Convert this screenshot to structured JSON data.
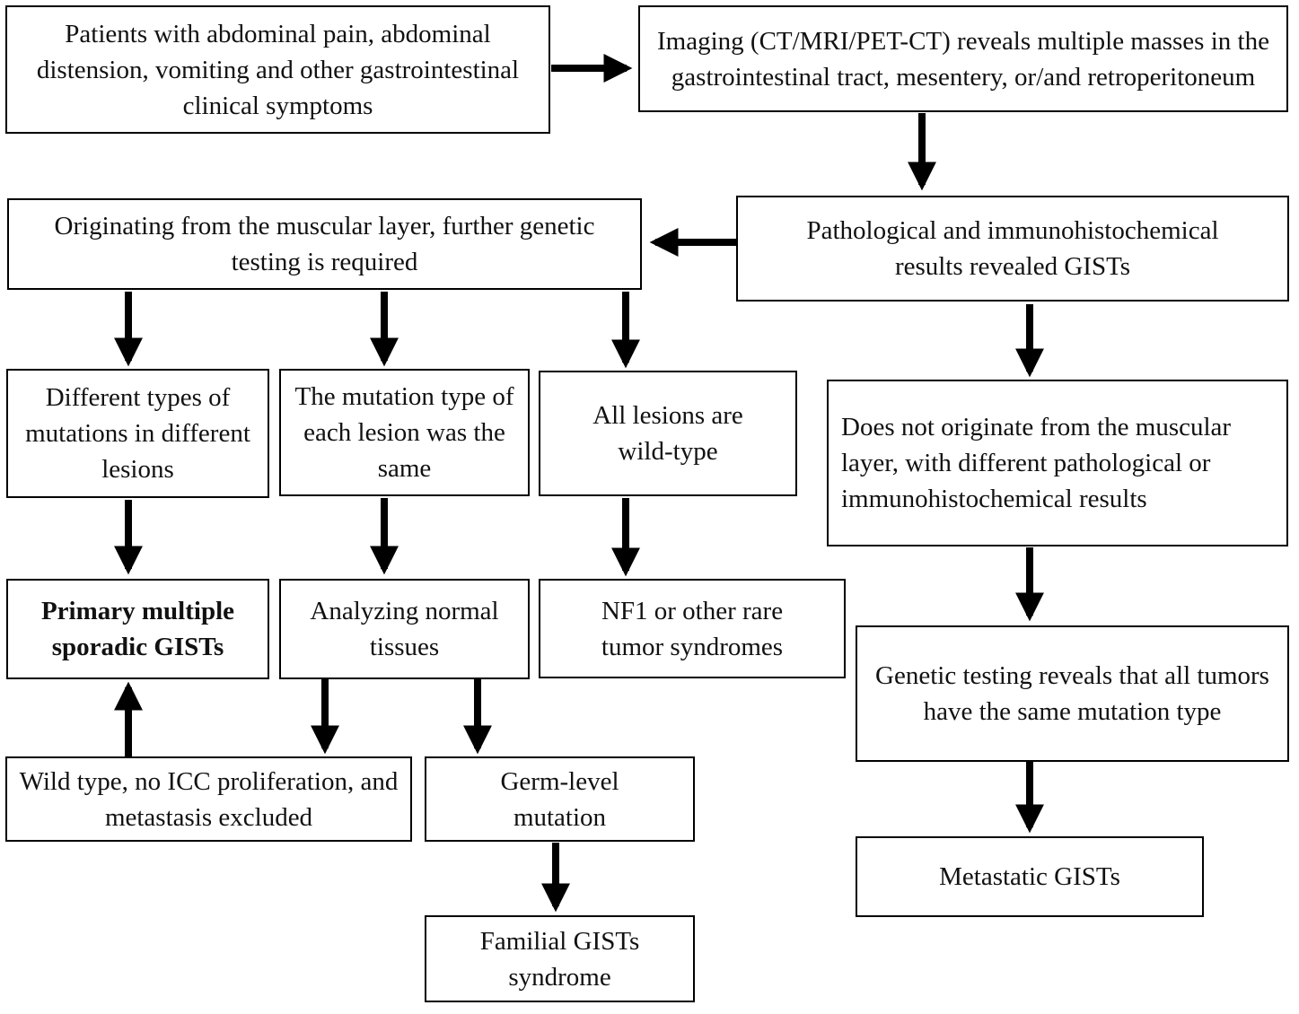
{
  "nodes": {
    "symptoms": "Patients with abdominal pain, abdominal distension, vomiting and other gastrointestinal clinical symptoms",
    "imaging": "Imaging (CT/MRI/PET-CT) reveals multiple masses in the gastrointestinal tract, mesentery, or/and retroperitoneum",
    "pathology": "Pathological and immunohistochemical results revealed GISTs",
    "muscular_origin": "Originating from the muscular layer, further genetic testing is required",
    "different_mutations": "Different types of mutations in different lesions",
    "same_mutation": "The mutation type of each lesion was the same",
    "wild_type": "All lesions are wild-type",
    "not_muscular": "Does not originate from the muscular layer, with different pathological or immunohistochemical results",
    "primary_sporadic": "Primary multiple sporadic GISTs",
    "analyzing_normal": "Analyzing normal tissues",
    "nf1": "NF1 or other rare tumor syndromes",
    "same_type_genetic": "Genetic testing reveals that all tumors have the same mutation type",
    "wild_no_icc": "Wild type, no ICC proliferation, and metastasis excluded",
    "germ_level": "Germ-level mutation",
    "familial": "Familial GISTs syndrome",
    "metastatic": "Metastatic GISTs"
  }
}
